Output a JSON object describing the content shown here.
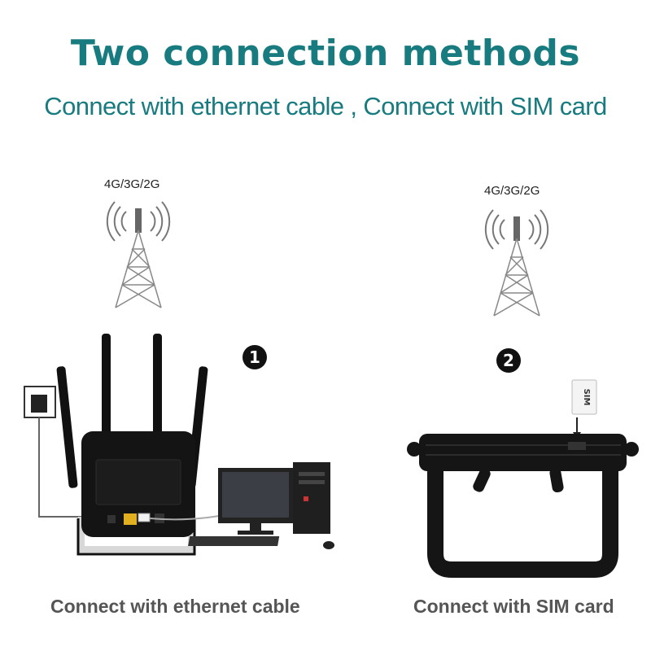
{
  "header": {
    "title": "Two connection methods",
    "subtitle": "Connect with ethernet cable , Connect with SIM card"
  },
  "methods": [
    {
      "step": "1",
      "network_label": "4G/3G/2G",
      "caption": "Connect with ethernet cable"
    },
    {
      "step": "2",
      "network_label": "4G/3G/2G",
      "caption": "Connect with SIM card",
      "sim_label": "SIM"
    }
  ],
  "colors": {
    "heading": "#177b7f",
    "caption": "#555555",
    "device": "#111111",
    "port": "#e0b020"
  }
}
